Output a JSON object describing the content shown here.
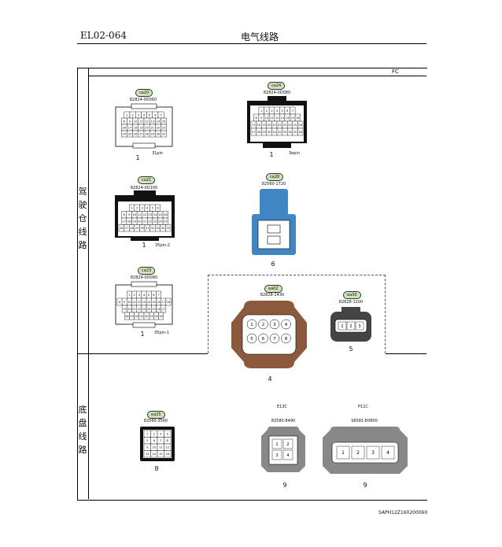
{
  "header": {
    "code": "EL02-064",
    "title": "电气线路"
  },
  "fc_label": "FC",
  "sections": [
    {
      "label": [
        "驾",
        "驶",
        "仓",
        "线",
        "路"
      ]
    },
    {
      "label": [
        "底",
        "盘",
        "线",
        "路"
      ]
    }
  ],
  "connectors": [
    {
      "tag": "ca20",
      "part": "82824-0D060",
      "count": "1",
      "pins": "31pin",
      "rows": [
        [
          "1",
          "2",
          "3",
          "4",
          "5",
          "6",
          "7"
        ],
        [
          "8",
          "9",
          "10",
          "11",
          "12",
          "13",
          "14",
          "15"
        ],
        [
          "16",
          "17",
          "18",
          "19",
          "20",
          "21",
          "22",
          "23"
        ],
        [
          "24",
          "25",
          "26",
          "27",
          "28",
          "29",
          "30",
          "31"
        ]
      ]
    },
    {
      "tag": "ca24",
      "part": "82824-0D080",
      "count": "1",
      "pins": "3epin",
      "rows": [
        [
          "1",
          "2",
          "3",
          "4",
          "5",
          "6",
          "7"
        ],
        [
          "8",
          "9",
          "10",
          "11",
          "12",
          "13",
          "14",
          "15",
          "16"
        ],
        [
          "17",
          "18",
          "19",
          "20",
          "21",
          "22",
          "23",
          "24",
          "25",
          "26"
        ],
        [
          "27",
          "28",
          "29",
          "30",
          "31",
          "32",
          "33",
          "34",
          "35",
          "36"
        ]
      ]
    },
    {
      "tag": "ca21",
      "part": "82824-0D100",
      "count": "1",
      "pins": "35pin-2",
      "rows": [
        [
          "1",
          "2",
          "3",
          "4",
          "5",
          "6"
        ],
        [
          "8",
          "9",
          "10",
          "11",
          "12",
          "13",
          "14",
          "15",
          "16"
        ],
        [
          "17",
          "18",
          "19",
          "20",
          "21",
          "22",
          "23",
          "24",
          "25"
        ],
        [
          "26",
          "27",
          "28",
          "29",
          "30",
          "31",
          "32",
          "33",
          "34",
          "35"
        ]
      ]
    },
    {
      "tag": "ca28",
      "part": "82560-1720",
      "count": "6"
    },
    {
      "tag": "ca23",
      "part": "82824-0D090",
      "count": "1",
      "pins": "35pin-1",
      "rows": [
        [
          "1",
          "2",
          "3",
          "4",
          "5",
          "6",
          "7"
        ],
        [
          "8",
          "9",
          "10",
          "11",
          "12",
          "13",
          "14",
          "15",
          "16",
          "17",
          "18"
        ],
        [
          "19",
          "20",
          "21",
          "22",
          "23",
          "24",
          "25",
          "26",
          "27"
        ],
        [
          "28",
          "29",
          "30",
          "31",
          "32",
          "33",
          "34",
          "35"
        ]
      ]
    },
    {
      "tag": "ea02",
      "part": "82828-1430",
      "count": "4",
      "pins_list": [
        "1",
        "2",
        "3",
        "4",
        "5",
        "6",
        "7",
        "8"
      ]
    },
    {
      "tag": "ea30",
      "part": "82828-1100",
      "count": "5",
      "pins_list": [
        "1",
        "2",
        "3"
      ]
    },
    {
      "tag": "ea25",
      "part": "82560-3560",
      "count": "8",
      "rows": [
        [
          "1",
          "2",
          "3",
          "4"
        ],
        [
          "5",
          "6",
          "7",
          "8"
        ],
        [
          "9",
          "10",
          "11",
          "12"
        ],
        [
          "13",
          "14",
          "15",
          "16"
        ]
      ]
    },
    {
      "tag": "E13C",
      "part": "82580-8490",
      "count": "9",
      "pins_list": [
        "1",
        "2",
        "3",
        "4"
      ]
    },
    {
      "tag": "P11C",
      "part": "S6581-E0800",
      "count": "9",
      "pins_list": [
        "1",
        "2",
        "3",
        "4"
      ]
    }
  ],
  "footer": "SAPH12Z160200060",
  "colors": {
    "tag_fill": "#cfe3b9",
    "brown": "#8b5a3c",
    "blue": "#3f86c5"
  }
}
